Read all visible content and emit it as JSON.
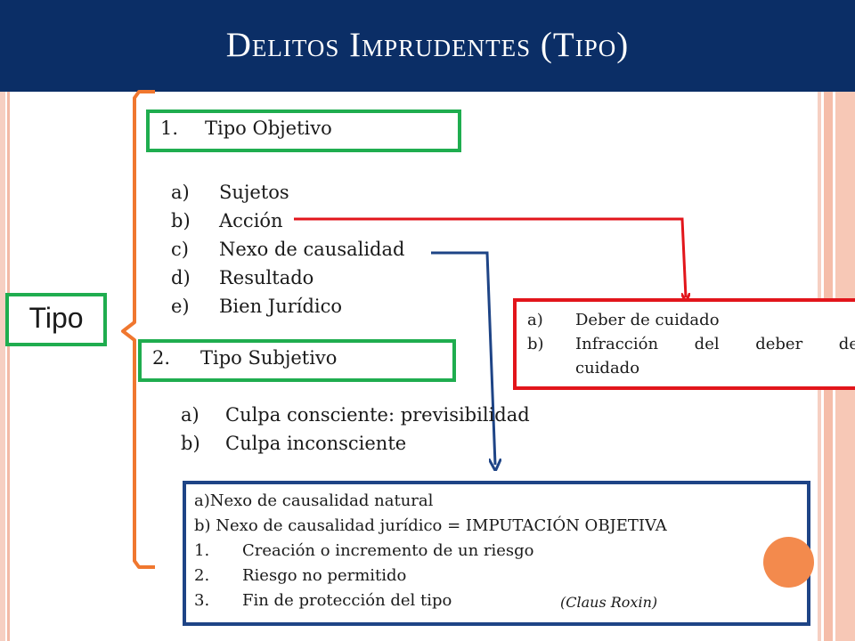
{
  "title": "Delitos Imprudentes (Tipo)",
  "root": {
    "label": "Tipo"
  },
  "objetivo": {
    "number": "1.",
    "label": "Tipo Objetivo",
    "items": [
      {
        "marker": "a)",
        "text": "Sujetos"
      },
      {
        "marker": "b)",
        "text": "Acción"
      },
      {
        "marker": "c)",
        "text": "Nexo de causalidad"
      },
      {
        "marker": "d)",
        "text": "Resultado"
      },
      {
        "marker": "e)",
        "text": "Bien Jurídico"
      }
    ]
  },
  "subjetivo": {
    "number": "2.",
    "label": "Tipo Subjetivo",
    "items": [
      {
        "marker": "a)",
        "text": "Culpa consciente: previsibilidad"
      },
      {
        "marker": "b)",
        "text": "Culpa inconsciente"
      }
    ]
  },
  "accion_detail": {
    "items": [
      {
        "marker": "a)",
        "text": "Deber de cuidado"
      },
      {
        "marker": "b)",
        "words": [
          "Infracción",
          "del",
          "deber",
          "de"
        ],
        "continuation": "cuidado"
      }
    ]
  },
  "nexo_detail": {
    "lines": [
      "a)Nexo de causalidad natural",
      "b) Nexo de causalidad jurídico = IMPUTACIÓN OBJETIVA"
    ],
    "items": [
      {
        "marker": "1.",
        "text": "Creación o incremento de un riesgo"
      },
      {
        "marker": "2.",
        "text": "Riesgo no permitido"
      },
      {
        "marker": "3.",
        "text": "Fin de protección del tipo"
      }
    ],
    "citation": "(Claus Roxin)"
  },
  "colors": {
    "header": "#0b2e66",
    "green": "#1fad4f",
    "red": "#e2151b",
    "blue": "#1e4486",
    "orange": "#f0772f"
  }
}
